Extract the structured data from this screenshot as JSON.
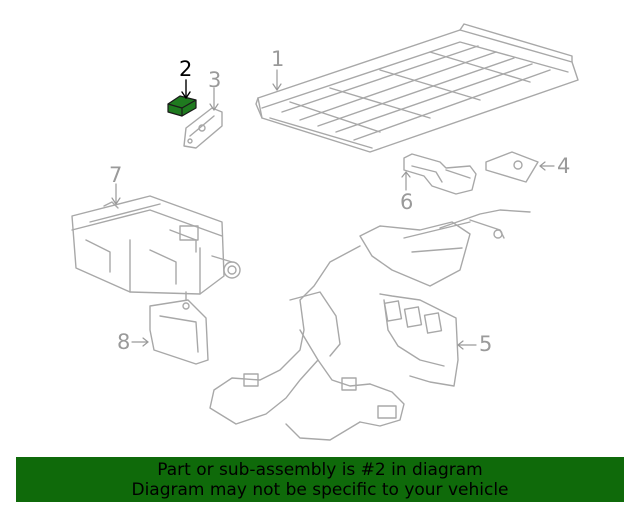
{
  "colors": {
    "line": "#a8a8a8",
    "highlight_fill": "#1f7a1f",
    "banner_bg": "#0f6a0a",
    "active_label": "#000000",
    "inactive_label": "#9a9a9a"
  },
  "callouts": {
    "c1": "1",
    "c2": "2",
    "c3": "3",
    "c4": "4",
    "c5": "5",
    "c6": "6",
    "c7": "7",
    "c8": "8"
  },
  "highlighted_part": "2",
  "banner": {
    "line1": "Part or sub-assembly is #2 in diagram",
    "line2": "Diagram may not be specific to your vehicle"
  }
}
